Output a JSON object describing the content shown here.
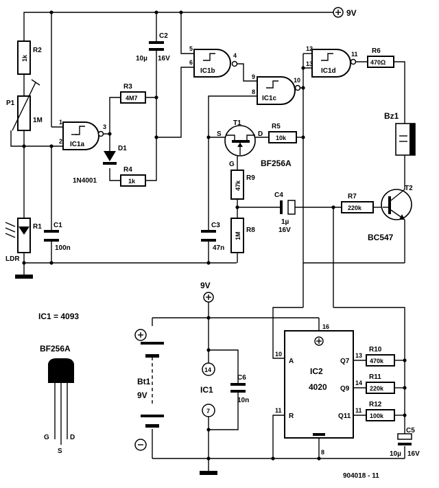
{
  "figure_id": "904018 - 11",
  "ic_note": "IC1 = 4093",
  "supply": {
    "top": "9V",
    "bottom": "9V"
  },
  "gates": {
    "ic1a": "IC1a",
    "ic1b": "IC1b",
    "ic1c": "IC1c",
    "ic1d": "IC1d"
  },
  "ic2": {
    "name": "IC2",
    "type": "4020",
    "pins": {
      "a": "A",
      "r": "R",
      "q7": "Q7",
      "q9": "Q9",
      "q11": "Q11"
    }
  },
  "resistors": {
    "r1": {
      "ref": "R1",
      "value": "LDR"
    },
    "r2": {
      "ref": "R2",
      "value": "1k"
    },
    "p1": {
      "ref": "P1",
      "value": "1M"
    },
    "r3": {
      "ref": "R3",
      "value": "4M7"
    },
    "r4": {
      "ref": "R4",
      "value": "1k"
    },
    "r5": {
      "ref": "R5",
      "value": "10k"
    },
    "r6": {
      "ref": "R6",
      "value": "470Ω"
    },
    "r7": {
      "ref": "R7",
      "value": "220k"
    },
    "r8": {
      "ref": "R8",
      "value": "1M"
    },
    "r9": {
      "ref": "R9",
      "value": "47k"
    },
    "r10": {
      "ref": "R10",
      "value": "470k"
    },
    "r11": {
      "ref": "R11",
      "value": "220k"
    },
    "r12": {
      "ref": "R12",
      "value": "100k"
    }
  },
  "capacitors": {
    "c1": {
      "ref": "C1",
      "value": "100n"
    },
    "c2": {
      "ref": "C2",
      "value": "10µ",
      "voltage": "16V"
    },
    "c3": {
      "ref": "C3",
      "value": "47n"
    },
    "c4": {
      "ref": "C4",
      "value": "1µ",
      "voltage": "16V"
    },
    "c5": {
      "ref": "C5",
      "value": "10µ",
      "voltage": "16V"
    },
    "c6": {
      "ref": "C6",
      "value": "10n"
    }
  },
  "semis": {
    "d1": {
      "ref": "D1",
      "value": "1N4001"
    },
    "t1": {
      "ref": "T1",
      "value": "BF256A",
      "s": "S",
      "d": "D",
      "g": "G"
    },
    "t2": {
      "ref": "T2",
      "value": "BC547"
    }
  },
  "bz1": "Bz1",
  "battery": {
    "ref": "Bt1",
    "value": "9V"
  },
  "ic1_supply": {
    "label": "IC1",
    "vdd_pin": "14",
    "vss_pin": "7"
  },
  "bf256a_package": {
    "title": "BF256A",
    "g": "G",
    "s": "S",
    "d": "D"
  },
  "pin_numbers": [
    "1",
    "2",
    "3",
    "4",
    "5",
    "6",
    "8",
    "9",
    "10",
    "11",
    "12",
    "13",
    "10",
    "11",
    "16",
    "8",
    "13",
    "14",
    "11"
  ]
}
